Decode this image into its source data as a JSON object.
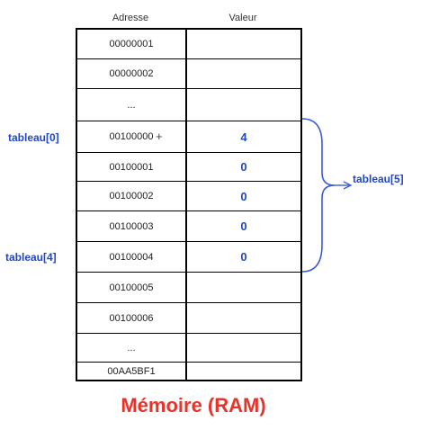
{
  "headers": {
    "address": "Adresse",
    "value": "Valeur"
  },
  "rows": [
    {
      "address": "00000001",
      "value": ""
    },
    {
      "address": "00000002",
      "value": ""
    },
    {
      "address": "...",
      "value": ""
    },
    {
      "address": "00100000",
      "value": "4"
    },
    {
      "address": "00100001",
      "value": "0"
    },
    {
      "address": "00100002",
      "value": "0"
    },
    {
      "address": "00100003",
      "value": "0"
    },
    {
      "address": "00100004",
      "value": "0"
    },
    {
      "address": "00100005",
      "value": ""
    },
    {
      "address": "00100006",
      "value": ""
    },
    {
      "address": "...",
      "value": ""
    },
    {
      "address": "00AA5BF1",
      "value": ""
    }
  ],
  "labels": {
    "first_element": "tableau[0]",
    "last_element": "tableau[4]",
    "array": "tableau[5]"
  },
  "title": "Mémoire (RAM)",
  "colors": {
    "label": "#1f47c8",
    "title": "#e8332a",
    "brace": "#3b5bdb"
  },
  "icons": {
    "cursor": "crosshair-cursor-icon"
  }
}
